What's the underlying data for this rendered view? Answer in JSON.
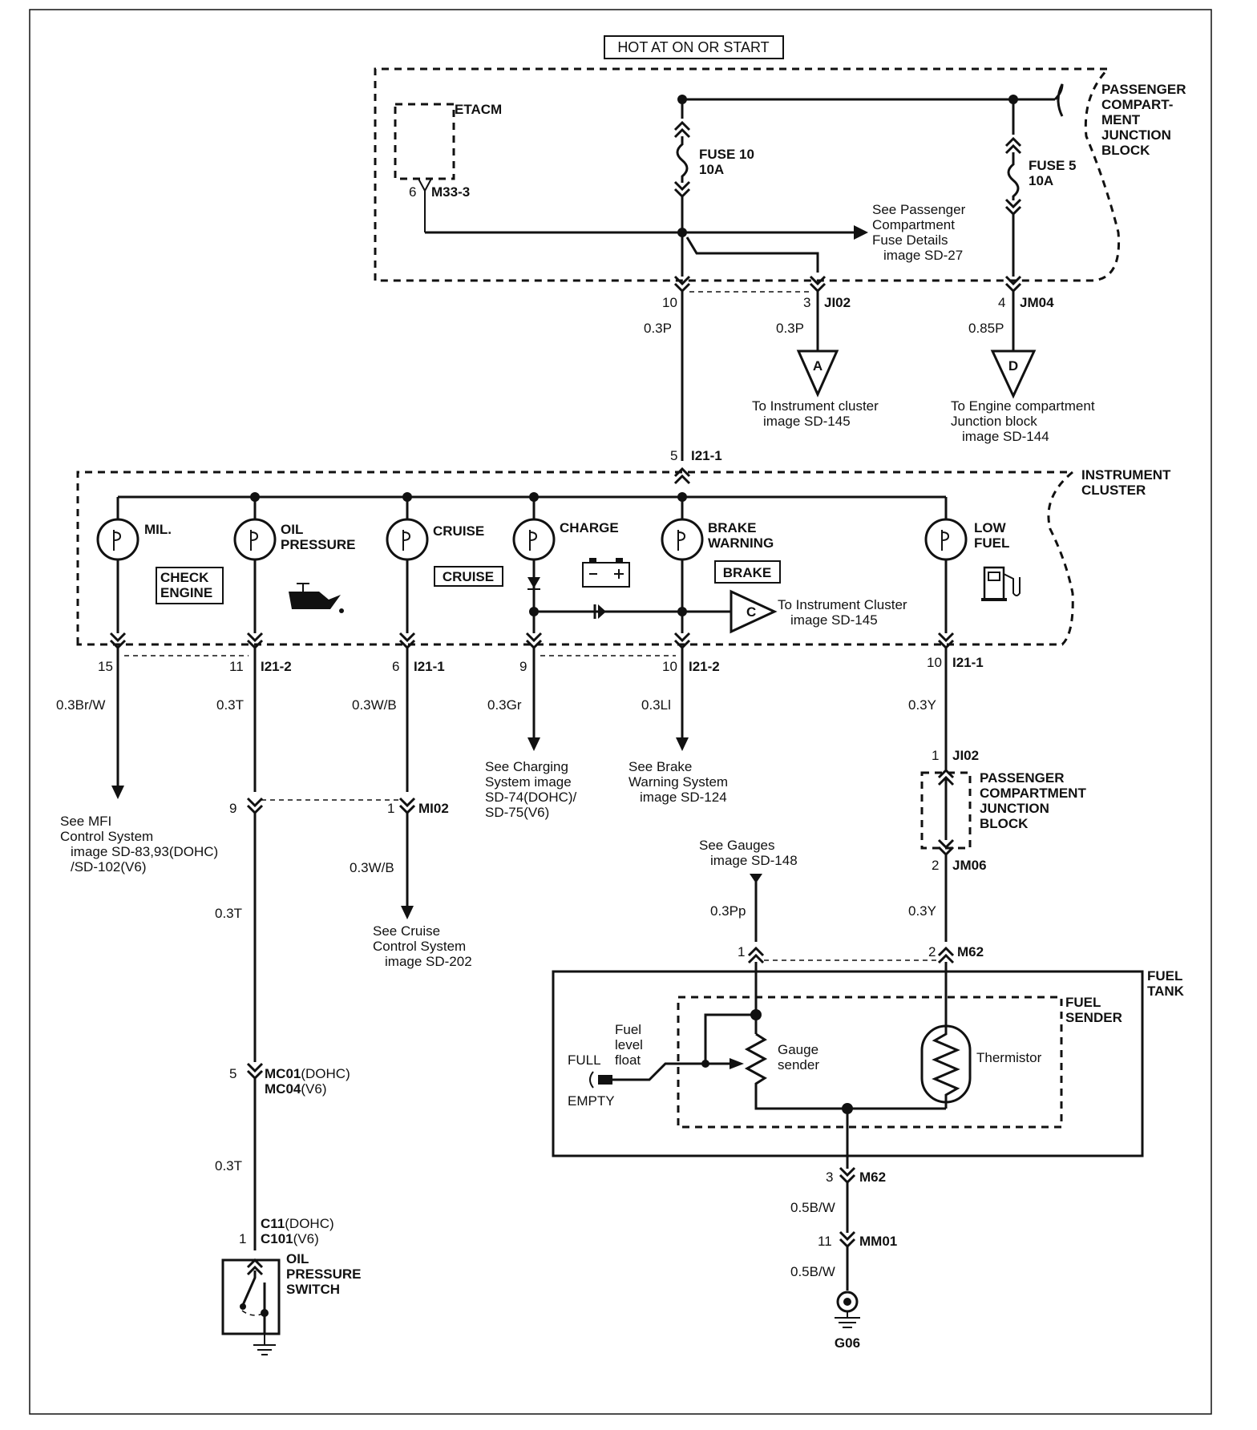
{
  "header": {
    "hot_label": "HOT AT ON OR START"
  },
  "blocks": {
    "pcjb": [
      "PASSENGER",
      "COMPART-",
      "MENT",
      "JUNCTION",
      "BLOCK"
    ],
    "etacm": "ETACM",
    "instrument_cluster": [
      "INSTRUMENT",
      "CLUSTER"
    ],
    "pcjb2": [
      "PASSENGER",
      "COMPARTMENT",
      "JUNCTION",
      "BLOCK"
    ],
    "fuel_tank": [
      "FUEL",
      "TANK"
    ],
    "fuel_sender": [
      "FUEL",
      "SENDER"
    ]
  },
  "fuses": {
    "f10": {
      "name": "FUSE 10",
      "rating": "10A"
    },
    "f5": {
      "name": "FUSE 5",
      "rating": "10A"
    }
  },
  "connectors": {
    "etacm": {
      "pin": "6",
      "id": "M33-3"
    },
    "c10": {
      "pin": "10"
    },
    "ji02_top": {
      "pin": "3",
      "id": "JI02"
    },
    "jm04": {
      "pin": "4",
      "id": "JM04"
    },
    "i21_top": {
      "pin": "5",
      "id": "I21-1"
    },
    "mil": {
      "pin": "15"
    },
    "oil": {
      "pin": "11",
      "id": "I21-2"
    },
    "cruise": {
      "pin": "6",
      "id": "I21-1"
    },
    "charge": {
      "pin": "9"
    },
    "brake": {
      "pin": "10",
      "id": "I21-2"
    },
    "lowfuel": {
      "pin": "10",
      "id": "I21-1"
    },
    "c9": {
      "pin": "9"
    },
    "mi02": {
      "pin": "1",
      "id": "MI02"
    },
    "ji02_bot": {
      "pin": "1",
      "id": "JI02"
    },
    "jm06": {
      "pin": "2",
      "id": "JM06"
    },
    "m62_p1": {
      "pin": "1"
    },
    "m62_p2": {
      "pin": "2",
      "id": "M62"
    },
    "m62_p3": {
      "pin": "3",
      "id": "M62"
    },
    "mm01": {
      "pin": "11",
      "id": "MM01"
    },
    "mc01": {
      "pin": "5",
      "id1": "MC01",
      "v1": "(DOHC)",
      "id2": "MC04",
      "v2": "(V6)"
    },
    "c11": {
      "pin": "1",
      "id1": "C11",
      "v1": "(DOHC)",
      "id2": "C101",
      "v2": "(V6)"
    }
  },
  "wires": {
    "w_03P_main": "0.3P",
    "w_03P_a": "0.3P",
    "w_085P": "0.85P",
    "w_mil": "0.3Br/W",
    "w_oil": "0.3T",
    "w_cruise": "0.3W/B",
    "w_charge": "0.3Gr",
    "w_brake": "0.3Ll",
    "w_lowfuel": "0.3Y",
    "w_oil2": "0.3T",
    "w_cruise2": "0.3W/B",
    "w_oil3": "0.3T",
    "w_y2": "0.3Y",
    "w_pp": "0.3Pp",
    "w_bw1": "0.5B/W",
    "w_bw2": "0.5B/W"
  },
  "lamps": {
    "mil": "MIL.",
    "oil": [
      "OIL",
      "PRESSURE"
    ],
    "cruise": "CRUISE",
    "charge": "CHARGE",
    "brake": [
      "BRAKE",
      "WARNING"
    ],
    "lowfuel": [
      "LOW",
      "FUEL"
    ]
  },
  "boxes": {
    "check_engine": [
      "CHECK",
      "ENGINE"
    ],
    "cruise": "CRUISE",
    "brake": "BRAKE"
  },
  "refs": {
    "see_pcfd": [
      "See Passenger",
      "Compartment",
      "Fuse Details",
      "image SD-27"
    ],
    "to_ic_a": [
      "To Instrument cluster",
      "image SD-145"
    ],
    "to_ecjb": [
      "To Engine compartment",
      "Junction block",
      "image SD-144"
    ],
    "to_ic_c": [
      "To Instrument Cluster",
      "image SD-145"
    ],
    "see_mfi": [
      "See MFI",
      "Control System",
      "image SD-83,93(DOHC)",
      "/SD-102(V6)"
    ],
    "see_charging": [
      "See Charging",
      "System image",
      "SD-74(DOHC)/",
      "SD-75(V6)"
    ],
    "see_brake": [
      "See Brake",
      "Warning System",
      "image SD-124"
    ],
    "see_cruise": [
      "See Cruise",
      "Control System",
      "image SD-202"
    ],
    "see_gauges": [
      "See Gauges",
      "image SD-148"
    ]
  },
  "terminals": {
    "a": "A",
    "c": "C",
    "d": "D"
  },
  "sender": {
    "fuel_level_float": [
      "Fuel",
      "level",
      "float"
    ],
    "full": "FULL",
    "empty": "EMPTY",
    "gauge_sender": [
      "Gauge",
      "sender"
    ],
    "thermistor": "Thermistor"
  },
  "switch": {
    "label": [
      "OIL",
      "PRESSURE",
      "SWITCH"
    ]
  },
  "ground": {
    "id": "G06"
  }
}
